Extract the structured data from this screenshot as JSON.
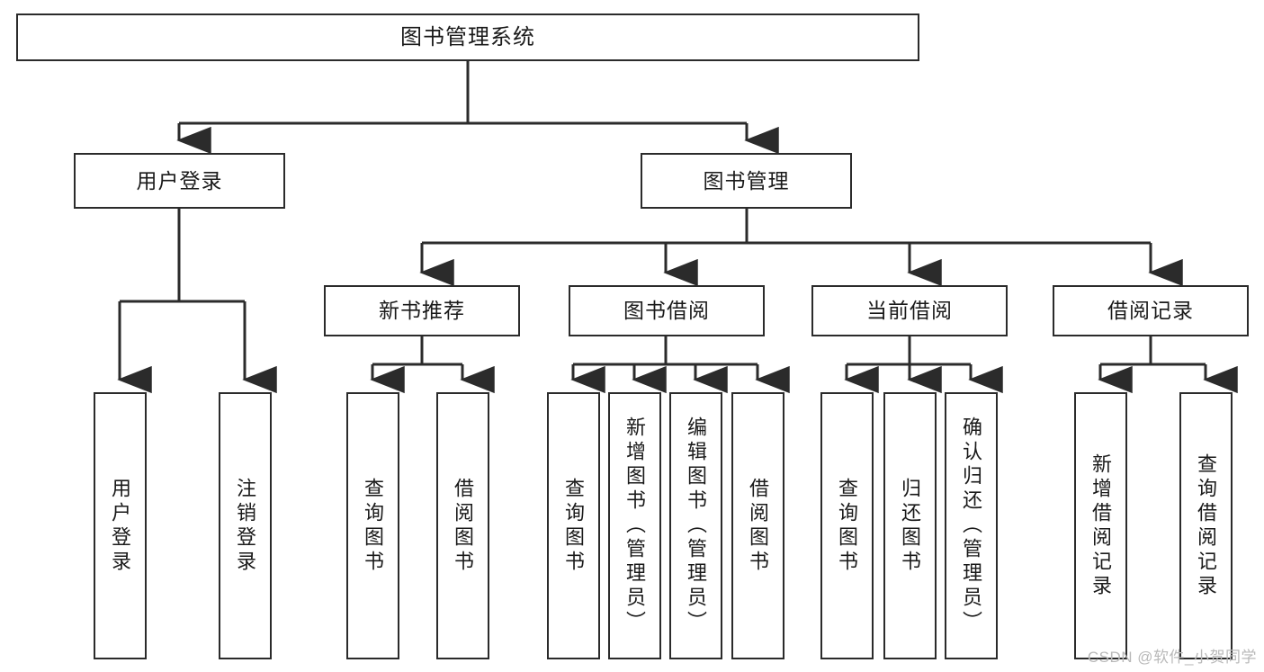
{
  "diagram": {
    "type": "tree-hierarchy",
    "title": "图书管理系统",
    "watermark": "CSDN @软件_小贺同学",
    "colors": {
      "stroke": "#2b2b2b",
      "fill": "#ffffff",
      "text": "#1a1a1a",
      "watermark": "#b9b9b9"
    },
    "nodes": {
      "root": {
        "label": "图书管理系统"
      },
      "level2": [
        {
          "id": "user-login",
          "label": "用户登录"
        },
        {
          "id": "book-manage",
          "label": "图书管理"
        }
      ],
      "level3": [
        {
          "id": "new-book-recommend",
          "label": "新书推荐"
        },
        {
          "id": "book-borrow",
          "label": "图书借阅"
        },
        {
          "id": "current-borrow",
          "label": "当前借阅"
        },
        {
          "id": "borrow-record",
          "label": "借阅记录"
        }
      ],
      "leaves": [
        {
          "id": "leaf-user-login",
          "label": "用户登录",
          "parent": "user-login"
        },
        {
          "id": "leaf-user-logout",
          "label": "注销登录",
          "parent": "user-login"
        },
        {
          "id": "leaf-query-book-1",
          "label": "查询图书",
          "parent": "new-book-recommend"
        },
        {
          "id": "leaf-borrow-book-1",
          "label": "借阅图书",
          "parent": "new-book-recommend"
        },
        {
          "id": "leaf-query-book-2",
          "label": "查询图书",
          "parent": "book-borrow"
        },
        {
          "id": "leaf-add-book",
          "label": "新增图书（管理员）",
          "parent": "book-borrow"
        },
        {
          "id": "leaf-edit-book",
          "label": "编辑图书（管理员）",
          "parent": "book-borrow"
        },
        {
          "id": "leaf-borrow-book-2",
          "label": "借阅图书",
          "parent": "book-borrow"
        },
        {
          "id": "leaf-query-book-3",
          "label": "查询图书",
          "parent": "current-borrow"
        },
        {
          "id": "leaf-return-book",
          "label": "归还图书",
          "parent": "current-borrow"
        },
        {
          "id": "leaf-confirm-return",
          "label": "确认归还（管理员）",
          "parent": "current-borrow"
        },
        {
          "id": "leaf-add-record",
          "label": "新增借阅记录",
          "parent": "borrow-record"
        },
        {
          "id": "leaf-query-record",
          "label": "查询借阅记录",
          "parent": "borrow-record"
        }
      ]
    }
  }
}
